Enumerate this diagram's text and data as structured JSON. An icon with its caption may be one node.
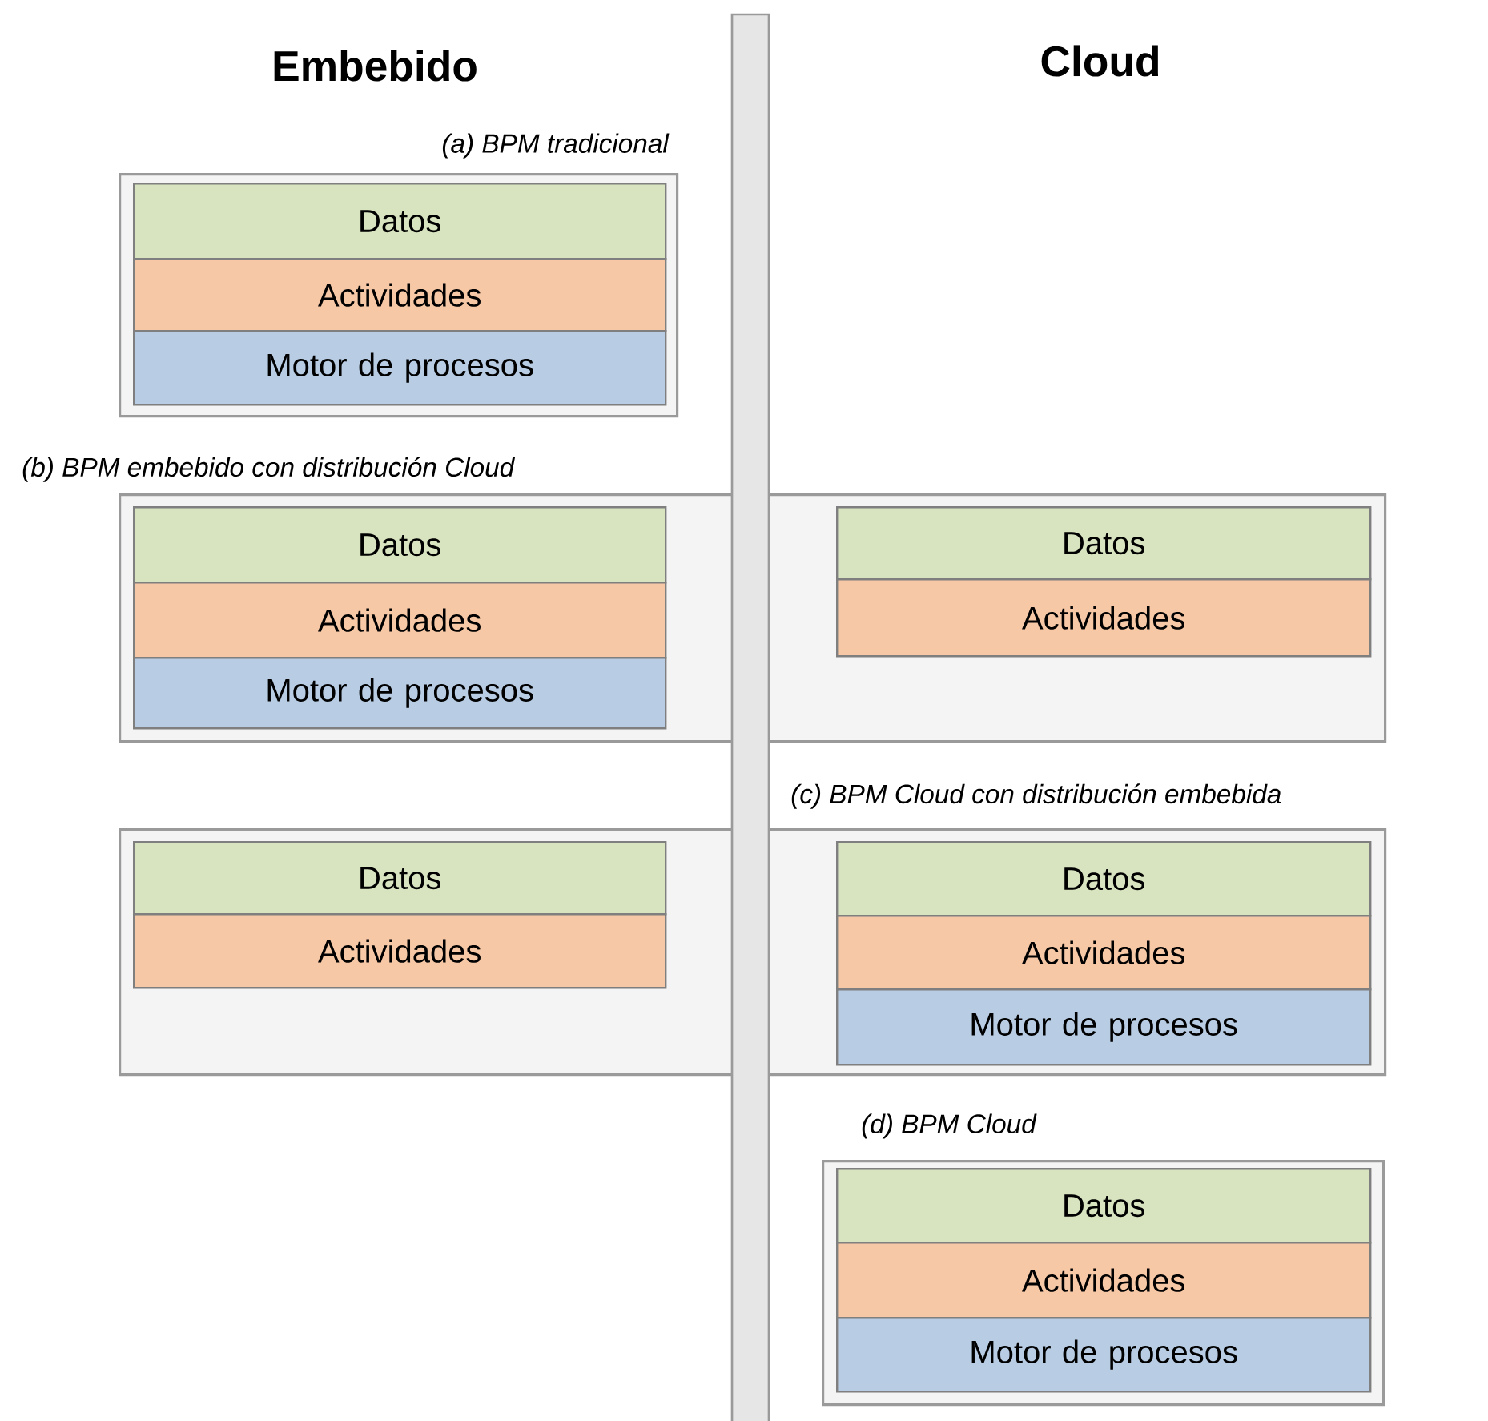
{
  "diagram": {
    "nodes": [
      {
        "text": [
          "(a) BPM tradicional"
        ]
      },
      {
        "text": [
          "Datos"
        ],
        "in": 0
      },
      {
        "text": [
          "Actividades"
        ],
        "in": 0
      },
      {
        "text": [
          "Motor de procesos"
        ],
        "in": 0
      },
      {
        "text": [
          "(b) BPM embebido con distribución Cloud"
        ]
      },
      {
        "text": [
          "Datos"
        ],
        "in": 4
      },
      {
        "text": [
          "Actividades"
        ],
        "in": 4
      },
      {
        "text": [
          "Motor de procesos"
        ],
        "in": 4
      },
      {
        "text": [
          "Datos"
        ],
        "in": 4
      },
      {
        "text": [
          "Actividades"
        ],
        "in": 4
      },
      {
        "text": [
          "(c) BPM Cloud con distribución embebida"
        ]
      },
      {
        "text": [
          "Datos"
        ],
        "in": 10
      },
      {
        "text": [
          "Actividades"
        ],
        "in": 10
      },
      {
        "text": [
          "Datos"
        ],
        "in": 10
      },
      {
        "text": [
          "Actividades"
        ],
        "in": 10
      },
      {
        "text": [
          "Motor de procesos"
        ],
        "in": 10
      },
      {
        "text": [
          "(d) BPM Cloud"
        ]
      },
      {
        "text": [
          "Datos"
        ],
        "in": 16
      },
      {
        "text": [
          "Actividades"
        ],
        "in": 16
      },
      {
        "text": [
          "Motor de procesos"
        ],
        "in": 16
      }
    ],
    "edges": [],
    "labels": [
      "Embebido",
      "Cloud"
    ]
  }
}
